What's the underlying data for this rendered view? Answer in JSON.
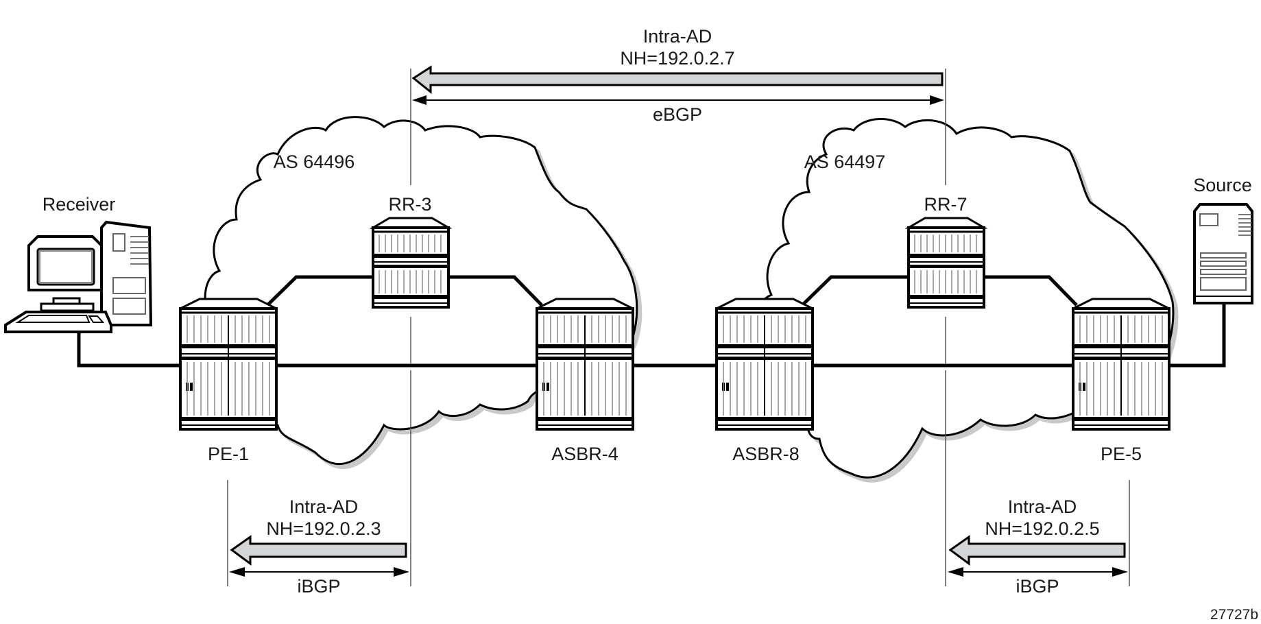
{
  "figure_id": "27727b",
  "autonomous_systems": [
    {
      "label": "AS 64496"
    },
    {
      "label": "AS 64497"
    }
  ],
  "hosts": {
    "receiver": {
      "label": "Receiver",
      "icon": "desktop-computer-icon"
    },
    "source": {
      "label": "Source",
      "icon": "server-icon"
    }
  },
  "routers": [
    {
      "id": "pe1",
      "label": "PE-1"
    },
    {
      "id": "rr3",
      "label": "RR-3"
    },
    {
      "id": "asbr4",
      "label": "ASBR-4"
    },
    {
      "id": "asbr8",
      "label": "ASBR-8"
    },
    {
      "id": "rr7",
      "label": "RR-7"
    },
    {
      "id": "pe5",
      "label": "PE-5"
    }
  ],
  "advertisements": [
    {
      "id": "top",
      "line1": "Intra-AD",
      "line2": "NH=192.0.2.7",
      "session": "eBGP",
      "from": "RR-7",
      "to": "RR-3"
    },
    {
      "id": "left",
      "line1": "Intra-AD",
      "line2": "NH=192.0.2.3",
      "session": "iBGP",
      "from": "RR-3",
      "to": "PE-1"
    },
    {
      "id": "right",
      "line1": "Intra-AD",
      "line2": "NH=192.0.2.5",
      "session": "iBGP",
      "from": "PE-5",
      "to": "RR-7"
    }
  ],
  "colors": {
    "arrow_fill": "#d4d5d7",
    "stroke": "#000000",
    "shadow": "#c8c9cb",
    "slat_gray": "#8a8b8d"
  }
}
